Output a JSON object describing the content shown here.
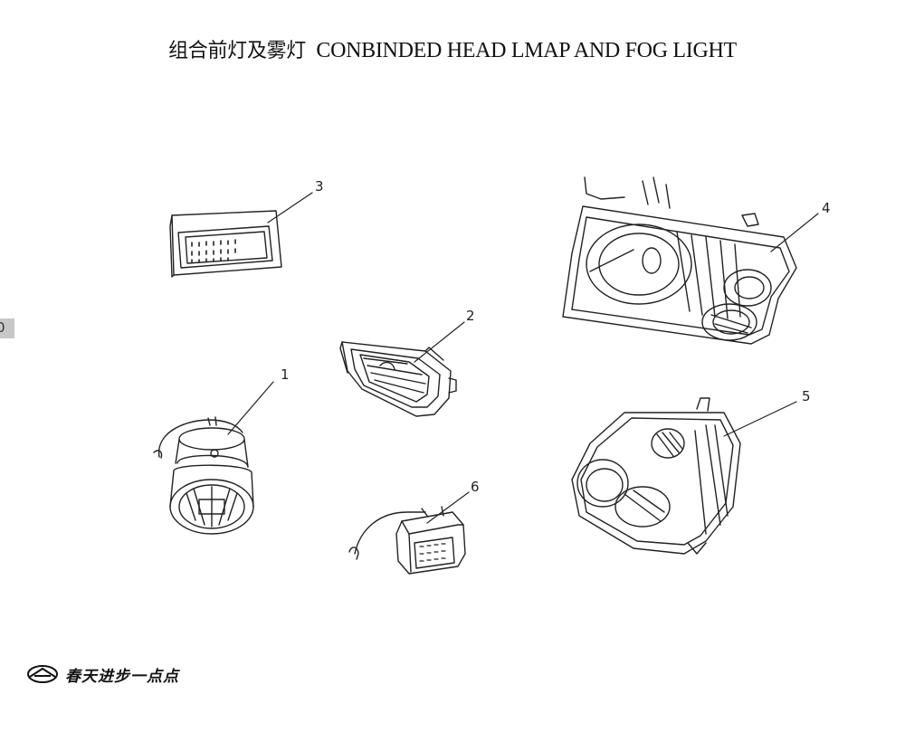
{
  "header": {
    "title_cn": "组合前灯及雾灯",
    "title_en": "CONBINDED HEAD LMAP AND FOG LIGHT"
  },
  "side_tab": {
    "text": "0"
  },
  "callouts": [
    "1",
    "2",
    "3",
    "4",
    "5",
    "6"
  ],
  "parts": [
    {
      "number": "1",
      "icon": "bulb-socket-icon"
    },
    {
      "number": "2",
      "icon": "fog-light-icon"
    },
    {
      "number": "3",
      "icon": "side-marker-light-icon"
    },
    {
      "number": "4",
      "icon": "left-headlamp-icon"
    },
    {
      "number": "5",
      "icon": "right-headlamp-icon"
    },
    {
      "number": "6",
      "icon": "connector-harness-icon"
    }
  ],
  "footer": {
    "brand_text": "春天进步一点点",
    "logo_icon": "brand-logo-icon"
  }
}
